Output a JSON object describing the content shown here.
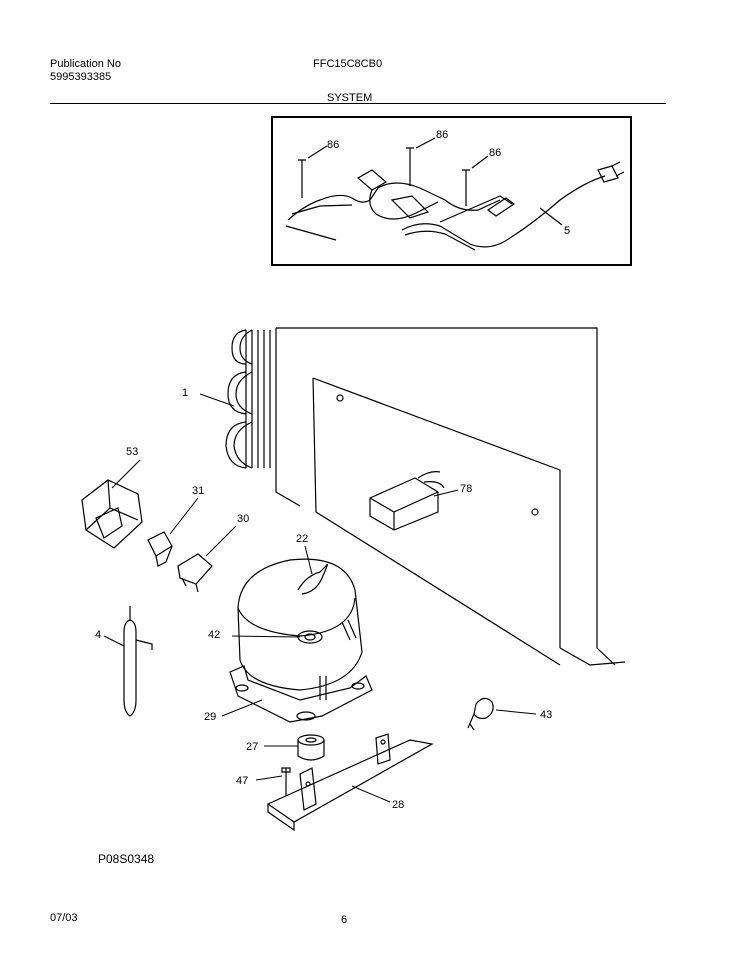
{
  "header": {
    "publication_label": "Publication No",
    "publication_number": "5995393385",
    "model": "FFC15C8CB0",
    "section": "SYSTEM"
  },
  "diagram_code": "P08S0348",
  "footer": {
    "date": "07/03",
    "page": "6"
  },
  "parts": {
    "p86a": "86",
    "p86b": "86",
    "p86c": "86",
    "p5": "5",
    "p1": "1",
    "p53": "53",
    "p31": "31",
    "p30": "30",
    "p78": "78",
    "p22": "22",
    "p42": "42",
    "p4": "4",
    "p29": "29",
    "p43": "43",
    "p27": "27",
    "p47": "47",
    "p28": "28"
  }
}
